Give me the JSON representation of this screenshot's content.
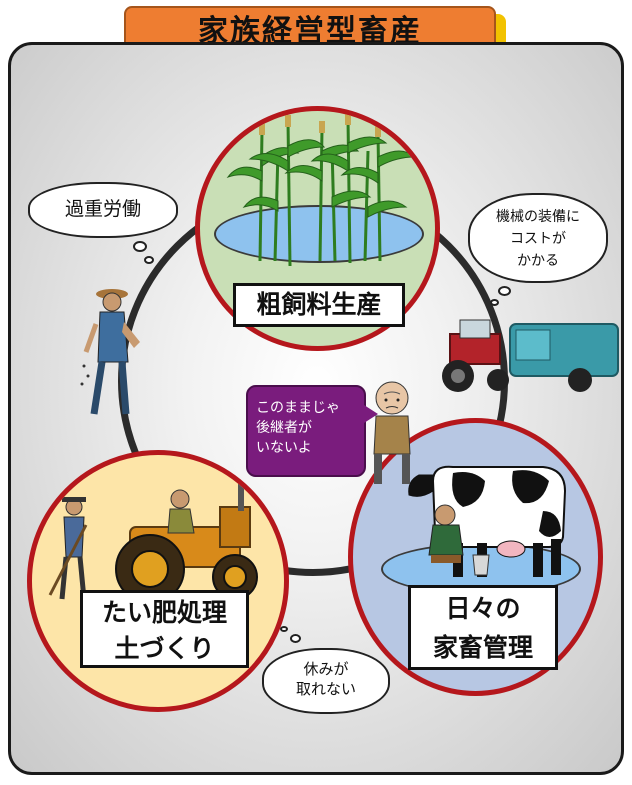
{
  "title": "家族経営型畜産",
  "circles": {
    "top": {
      "label": "粗飼料生産"
    },
    "left": {
      "line1": "たい肥処理",
      "line2": "土づくり"
    },
    "right": {
      "line1": "日々の",
      "line2": "家畜管理"
    }
  },
  "thought_bubbles": {
    "overwork": "過重労働",
    "machine": {
      "line1": "機械の装備に",
      "line2": "コストが",
      "line3": "かかる"
    },
    "rest": {
      "line1": "休みが",
      "line2": "取れない"
    }
  },
  "speech": {
    "line1": "このままじゃ",
    "line2": "後継者が",
    "line3": "いないよ"
  },
  "colors": {
    "title_bg": "#ee7d31",
    "title_shadow": "#f2c200",
    "circle_border": "#b5171c",
    "speech_bg": "#7a1c7d"
  }
}
